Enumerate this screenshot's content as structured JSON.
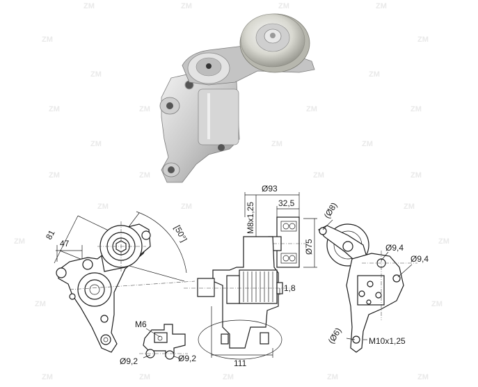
{
  "watermark": "ZM",
  "dimensions": {
    "left_view": {
      "d81": "81",
      "d47": "47",
      "angle": "[50°]"
    },
    "center_view": {
      "d93": "Ø93",
      "d32_5": "32,5",
      "m8": "M8x1,25",
      "d75": "Ø75",
      "d1_8": "1,8",
      "d111": "111"
    },
    "detail_view": {
      "m6": "M6",
      "d9_2a": "Ø9,2",
      "d9_2b": "Ø9,2"
    },
    "right_view": {
      "d8": "(Ø8)",
      "d9_4a": "Ø9,4",
      "d9_4b": "Ø9,4",
      "d6": "(Ø6)",
      "m10": "M10x1,25"
    }
  }
}
